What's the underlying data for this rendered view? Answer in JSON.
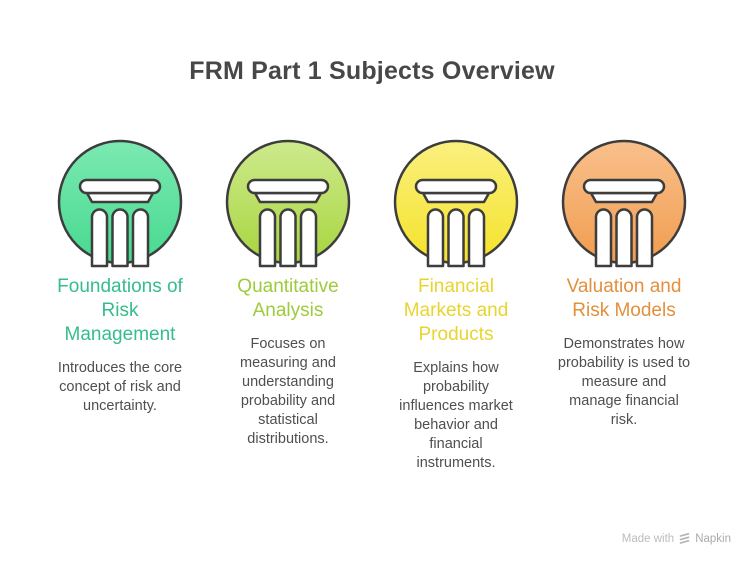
{
  "page": {
    "title": "FRM Part 1 Subjects Overview",
    "title_color": "#474747",
    "background": "#ffffff"
  },
  "subjects": [
    {
      "title": "Foundations of\nRisk\nManagement",
      "description": "Introduces the core\nconcept of risk and\nuncertainty.",
      "icon": "pillar-icon",
      "colors": {
        "heading": "#35bd8b",
        "circle_top": "#7ce9b2",
        "circle_bottom": "#47d98f",
        "outline": "#3d3d3d"
      }
    },
    {
      "title": "Quantitative\nAnalysis",
      "description": "Focuses on\nmeasuring and\nunderstanding\nprobability and\nstatistical\ndistributions.",
      "icon": "pillar-icon",
      "colors": {
        "heading": "#9eca3c",
        "circle_top": "#cdea8d",
        "circle_bottom": "#a8d53f",
        "outline": "#3d3d3d"
      }
    },
    {
      "title": "Financial\nMarkets and\nProducts",
      "description": "Explains how\nprobability\ninfluences market\nbehavior and\nfinancial\ninstruments.",
      "icon": "pillar-icon",
      "colors": {
        "heading": "#e8d42f",
        "circle_top": "#faf07f",
        "circle_bottom": "#f5e22a",
        "outline": "#3d3d3d"
      }
    },
    {
      "title": "Valuation and\nRisk Models",
      "description": "Demonstrates how\nprobability is used to\nmeasure and\nmanage financial\nrisk.",
      "icon": "pillar-icon",
      "colors": {
        "heading": "#e2903d",
        "circle_top": "#f9c08c",
        "circle_bottom": "#f19d4f",
        "outline": "#3d3d3d"
      }
    }
  ],
  "footer": {
    "made_with": "Made with",
    "brand": "Napkin",
    "logo_icon": "napkin-logo-icon",
    "text_color": "#bcbcbc"
  }
}
